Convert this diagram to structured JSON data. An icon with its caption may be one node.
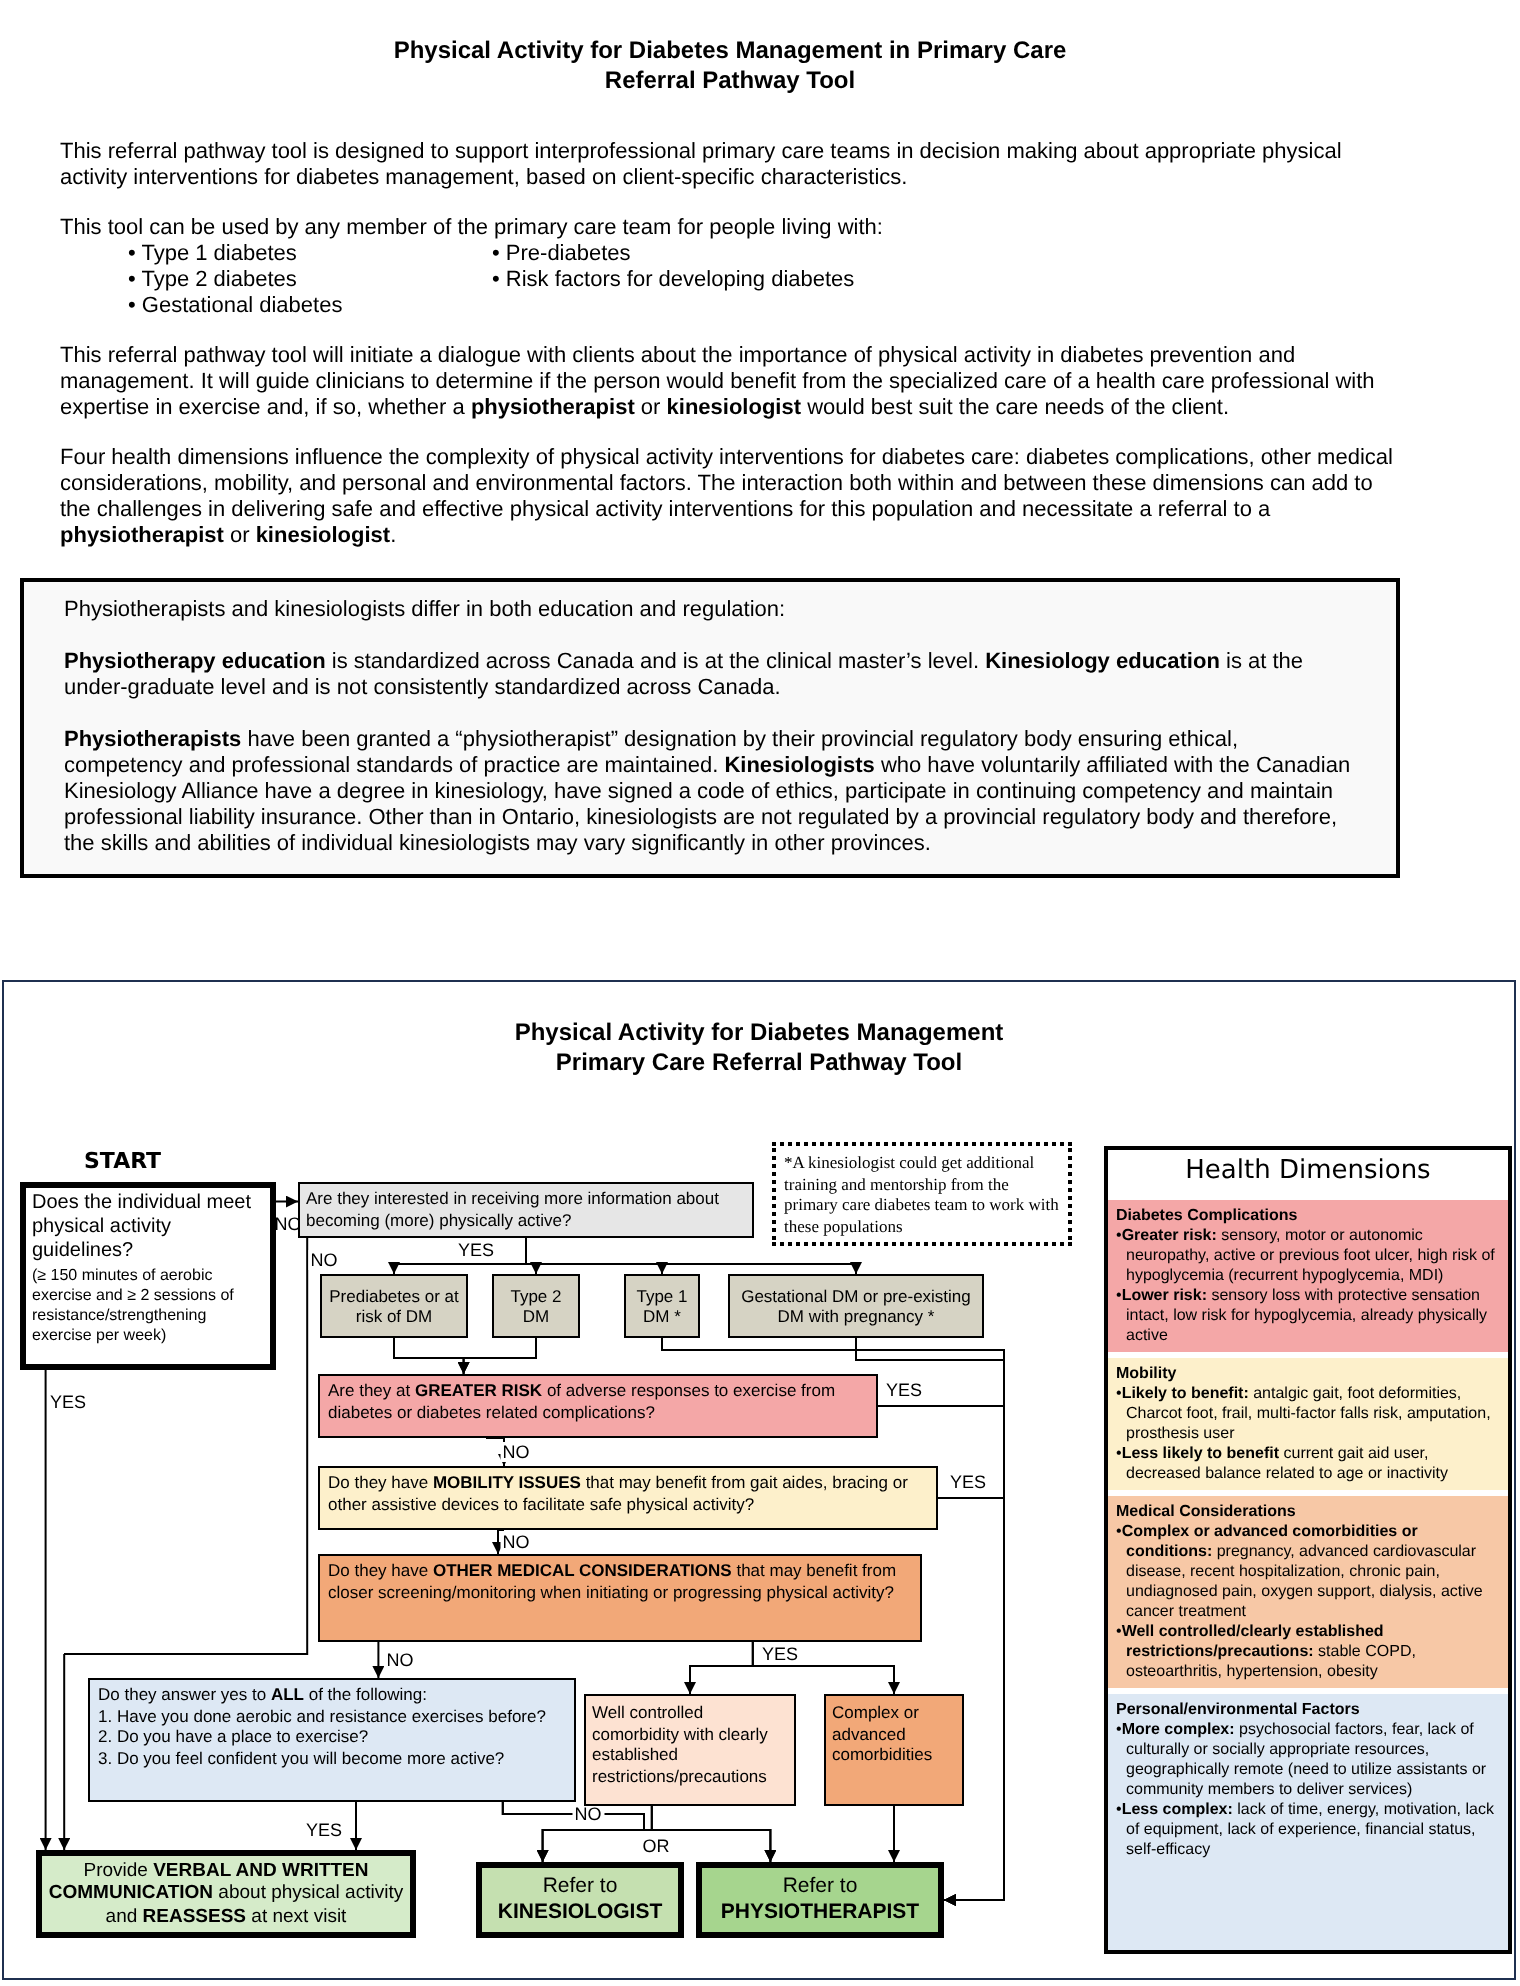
{
  "diagram": {
    "title": "Physical Activity for Diabetes Management in Primary Care Referral Pathway Tool",
    "nodes": [
      {
        "text": [
          "Physiotherapists and kinesiologists differ in both education and regulation:",
          "**Physiotherapy education** is standardized across Canada and is at the clinical master’s level. **Kinesiology education** is at the under-graduate level and is not consistently standardized across Canada.",
          "**Physiotherapists** have been granted a “physiotherapist” designation by their provincial regulatory body ensuring ethical, competency and professional standards of practice are maintained. **Kinesiologists** who have voluntarily affiliated with the Canadian Kinesiology Alliance have a degree in kinesiology, have signed a code of ethics, participate in continuing competency and maintain professional liability insurance. Other than in Ontario, kinesiologists are not regulated by a provincial regulatory body and therefore, the skills and abilities of individual kinesiologists may vary significantly in other provinces."
        ]
      },
      {
        "text": [
          "Physical Activity for Diabetes Management Primary Care Referral Pathway Tool"
        ]
      },
      {
        "text": [
          "Does the individual meet physical activity guidelines?",
          "(≥ 150 minutes of aerobic exercise and ≥ 2 sessions of resistance/strengthening exercise per week)"
        ],
        "beside": [
          "START"
        ],
        "in": 1
      },
      {
        "text": [
          "Are they interested in receiving more information about becoming (more) physically active?"
        ],
        "in": 1
      },
      {
        "text": [
          "Prediabetes or at risk of DM"
        ],
        "in": 1
      },
      {
        "text": [
          "Type 2 DM"
        ],
        "in": 1
      },
      {
        "text": [
          "Type 1 DM *"
        ],
        "in": 1
      },
      {
        "text": [
          "Gestational DM or pre-existing DM with pregnancy *"
        ],
        "in": 1
      },
      {
        "text": [
          "*A kinesiologist could get additional training and mentorship from the primary care diabetes team to work with these populations"
        ],
        "in": 1
      },
      {
        "text": [
          "Are they at **GREATER RISK** of adverse responses to exercise from diabetes or diabetes related complications?"
        ],
        "in": 1
      },
      {
        "text": [
          "Do they have **MOBILITY ISSUES** that may benefit from gait aides, bracing or other assistive devices to facilitate safe physical activity?"
        ],
        "in": 1
      },
      {
        "text": [
          "Do they have **OTHER MEDICAL CONSIDERATIONS** that may benefit from closer screening/monitoring when initiating or progressing physical activity?"
        ],
        "in": 1
      },
      {
        "text": [
          "Do they answer yes to **ALL** of the following:",
          "1. Have you done aerobic and resistance exercises before?",
          "2. Do you have a place to exercise?",
          "3. Do you feel confident you will become more active?"
        ],
        "in": 1
      },
      {
        "text": [
          "Well controlled comorbidity with clearly established restrictions/precautions"
        ],
        "in": 1
      },
      {
        "text": [
          "Complex or advanced comorbidities"
        ],
        "in": 1
      },
      {
        "text": [
          "Provide **VERBAL AND WRITTEN COMMUNICATION** about physical activity and **REASSESS** at next visit"
        ],
        "in": 1
      },
      {
        "text": [
          "Refer to **KINESIOLOGIST**"
        ],
        "in": 1
      },
      {
        "text": [
          "Refer to **PHYSIOTHERAPIST**"
        ],
        "in": 1
      },
      {
        "text": [
          "Health Dimensions"
        ],
        "in": 1
      },
      {
        "text": [
          "Diabetes Complications",
          "•**Greater risk:** sensory, motor or autonomic neuropathy, active or previous foot ulcer, high risk of hypoglycemia (recurrent hypoglycemia, MDI)",
          "•**Lower risk:** sensory loss with protective sensation intact, low risk for hypoglycemia, already physically active"
        ],
        "in": 18
      },
      {
        "text": [
          "Mobility",
          "•**Likely to benefit:** antalgic gait, foot deformities, Charcot foot, frail, multi-factor falls risk, amputation, prosthesis user",
          "•**Less likely to benefit** current gait aid user, decreased balance related to age or inactivity"
        ],
        "in": 18
      },
      {
        "text": [
          "Medical Considerations",
          "•**Complex or advanced comorbidities or conditions:** pregnancy, advanced cardiovascular disease, recent hospitalization, chronic pain, undiagnosed pain, oxygen support, dialysis, active cancer treatment",
          "•**Well controlled/clearly established restrictions/precautions:** stable COPD, osteoarthritis, hypertension, obesity"
        ],
        "in": 18
      },
      {
        "text": [
          "Personal/environmental Factors",
          "•**More complex:** psychosocial factors, fear, lack of culturally or socially appropriate resources, geographically remote (need to utilize assistants or community members to deliver services)",
          "•**Less complex:** lack of time, energy, motivation, lack of equipment, lack of experience, financial status, self-efficacy"
        ],
        "in": 18
      }
    ],
    "edges": [
      {
        "from": 2,
        "to": 3,
        "arrow": "to",
        "label": "NO"
      },
      {
        "from": 2,
        "to": 15,
        "arrow": "to",
        "label": "YES"
      },
      {
        "from": 3,
        "to": 15,
        "arrow": "to",
        "label": "NO"
      },
      {
        "from": 3,
        "to": 4,
        "arrow": "to",
        "label": "YES"
      },
      {
        "from": 3,
        "to": 5,
        "arrow": "to"
      },
      {
        "from": 3,
        "to": 6,
        "arrow": "to"
      },
      {
        "from": 3,
        "to": 7,
        "arrow": "to"
      },
      {
        "from": 4,
        "to": 9,
        "arrow": "to"
      },
      {
        "from": 5,
        "to": 9,
        "arrow": "to"
      },
      {
        "from": 6,
        "to": 17,
        "arrow": "to"
      },
      {
        "from": 7,
        "to": 17,
        "arrow": "to"
      },
      {
        "from": 9,
        "to": 10,
        "arrow": "to",
        "label": "NO"
      },
      {
        "from": 9,
        "to": 17,
        "arrow": "to",
        "label": "YES"
      },
      {
        "from": 10,
        "to": 11,
        "arrow": "to",
        "label": "NO"
      },
      {
        "from": 10,
        "to": 17,
        "arrow": "to",
        "label": "YES"
      },
      {
        "from": 11,
        "to": 12,
        "arrow": "to",
        "label": "NO"
      },
      {
        "from": 11,
        "to": 13,
        "arrow": "to",
        "label": "YES"
      },
      {
        "from": 11,
        "to": 14,
        "arrow": "to"
      },
      {
        "from": 12,
        "to": 15,
        "arrow": "to",
        "label": "YES"
      },
      {
        "from": 12,
        "to": 16,
        "arrow": "to",
        "label": "NO"
      },
      {
        "from": 12,
        "to": 17,
        "arrow": "to"
      },
      {
        "from": 13,
        "to": 16,
        "arrow": "to"
      },
      {
        "from": 13,
        "to": 17,
        "arrow": "to"
      },
      {
        "from": 14,
        "to": 17,
        "arrow": "to"
      }
    ],
    "labels": [
      "This referral pathway tool is designed to support interprofessional primary care teams in decision making about appropriate physical activity interventions for diabetes management, based on client-specific characteristics.",
      "This tool can be used by any member of the primary care team for people living with:",
      "• Type 1 diabetes",
      "• Pre-diabetes",
      "• Type 2 diabetes",
      "• Risk factors for developing diabetes",
      "• Gestational diabetes",
      "This referral pathway tool will initiate a dialogue with clients about the importance of physical activity in diabetes prevention and management. It will guide clinicians to determine if the person would benefit from the specialized care of a health care professional with expertise in exercise and, if so, whether a **physiotherapist** or **kinesiologist** would best suit the care needs of the client.",
      "Four health dimensions influence the complexity of physical activity interventions for diabetes care: diabetes complications, other medical considerations, mobility, and personal and environmental factors. The interaction both within and between these dimensions can add to the challenges in delivering safe and effective physical activity interventions for this population and necessitate a referral to a **physiotherapist** or **kinesiologist**.",
      "OR"
    ]
  }
}
